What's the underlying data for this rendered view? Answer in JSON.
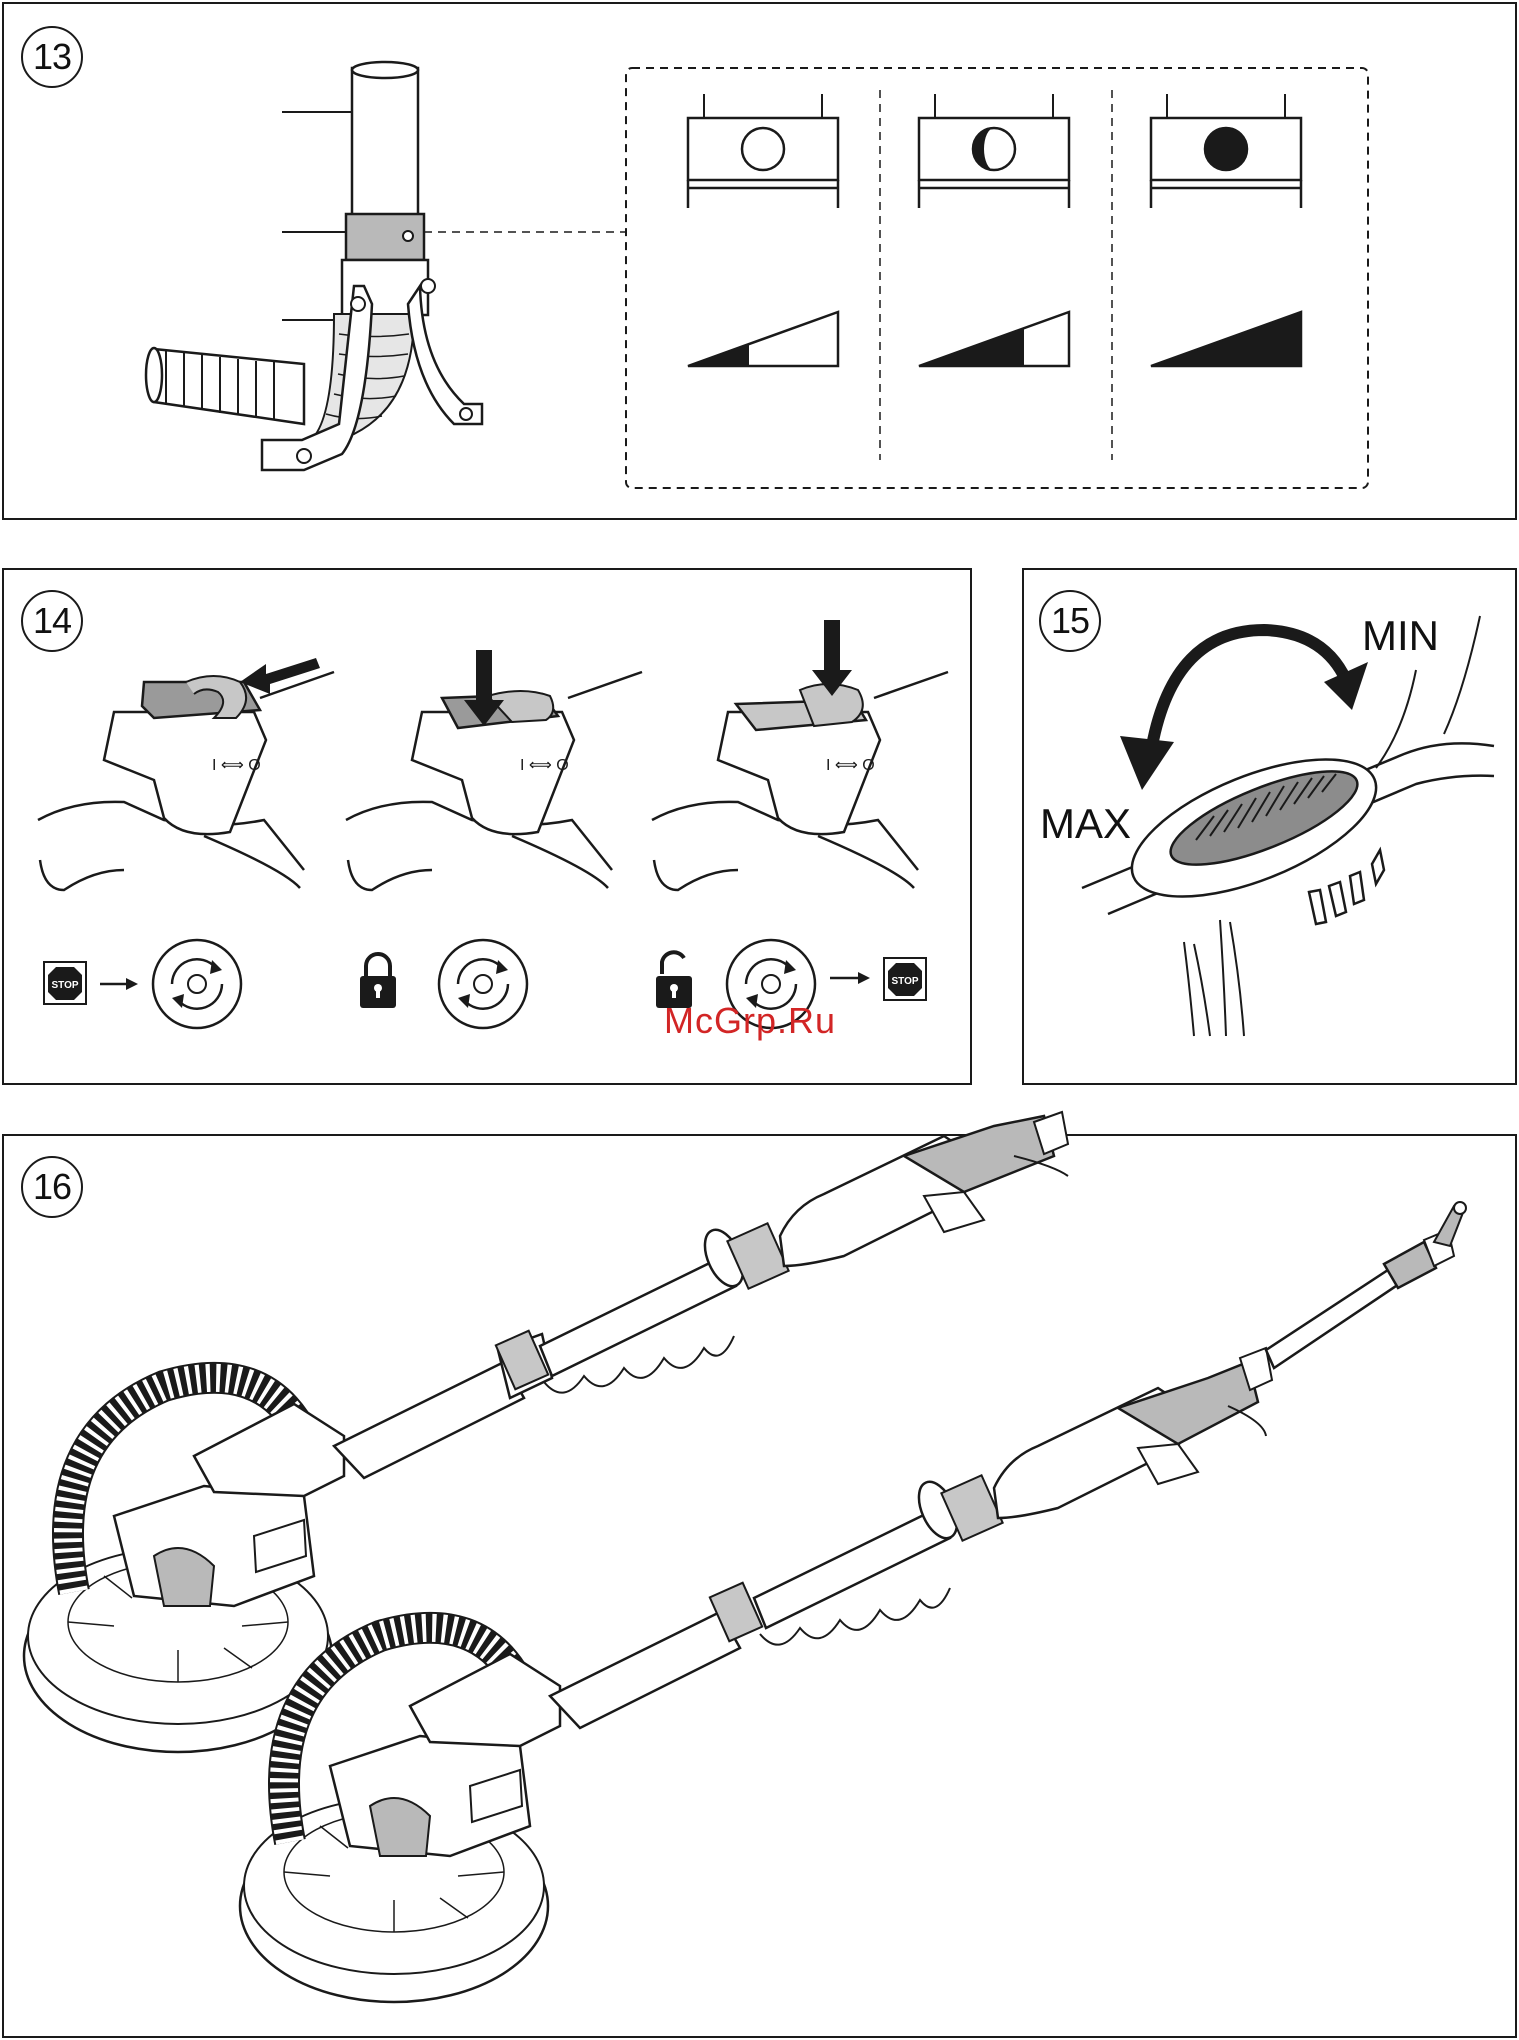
{
  "panels": {
    "p13": {
      "number": "13"
    },
    "p14": {
      "number": "14"
    },
    "p15": {
      "number": "15",
      "min_label": "MIN",
      "max_label": "MAX"
    },
    "p16": {
      "number": "16"
    }
  },
  "watermark": "McGrp.Ru",
  "icons": {
    "stop_sign": "STOP"
  },
  "colors": {
    "line": "#1a1a1a",
    "fill_grey": "#b9b9b9",
    "fill_dark": "#8c8c8c",
    "watermark": "#d22525"
  }
}
